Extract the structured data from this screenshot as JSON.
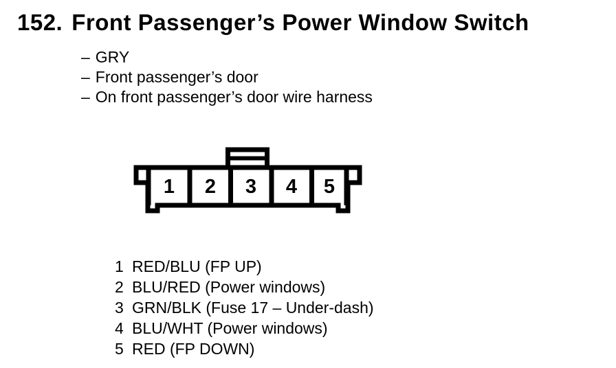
{
  "document": {
    "item_number": "152.",
    "title": "Front Passenger’s Power Window Switch",
    "bullet_dash": "–",
    "attributes": [
      "GRY",
      "Front passenger’s door",
      "On front passenger’s door wire harness"
    ]
  },
  "connector": {
    "type": "5-pin connector, front view with latch tab over pin 3",
    "outline_color": "#000000",
    "body_color": "#ffffff",
    "pin_labels": [
      "1",
      "2",
      "3",
      "4",
      "5"
    ]
  },
  "pin_list": [
    {
      "pin": "1",
      "description": "RED/BLU (FP UP)"
    },
    {
      "pin": "2",
      "description": "BLU/RED (Power windows)"
    },
    {
      "pin": "3",
      "description": "GRN/BLK (Fuse 17 – Under-dash)"
    },
    {
      "pin": "4",
      "description": "BLU/WHT (Power windows)"
    },
    {
      "pin": "5",
      "description": "RED (FP DOWN)"
    }
  ]
}
